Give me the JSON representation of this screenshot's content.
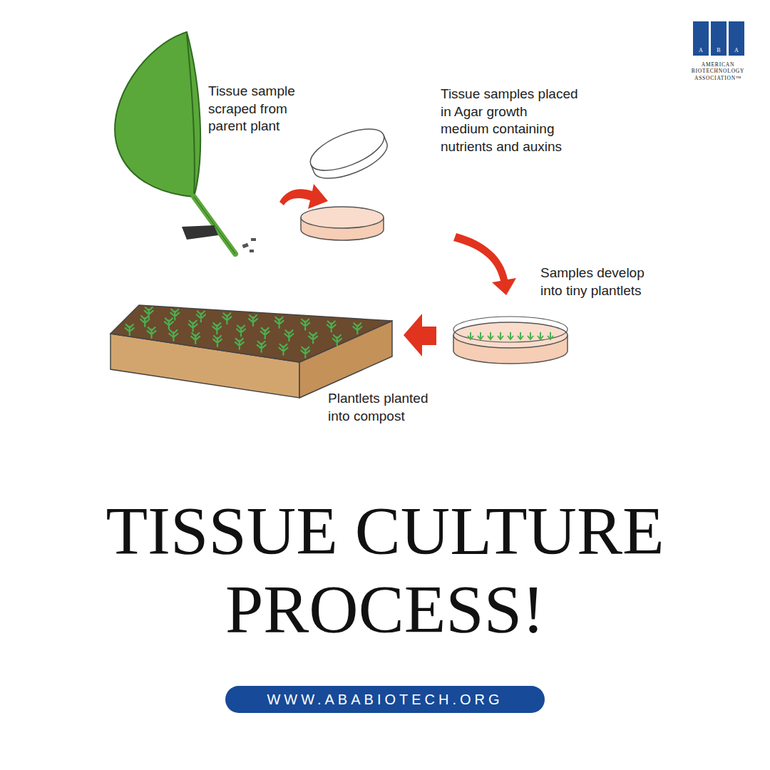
{
  "diagram": {
    "title": "TISSUE CULTURE PROCESS!",
    "nodes": [
      {
        "text": [
          "A"
        ]
      },
      {
        "text": [
          "B"
        ]
      },
      {
        "text": [
          "A"
        ]
      },
      {
        "text": [
          "WWW.ABABIOTECH.ORG"
        ]
      }
    ],
    "labels": [
      "AMERICAN BIOTECHNOLOGY ASSOCIATION™",
      "Tissue sample scraped from parent plant",
      "Tissue samples placed in Agar growth medium containing nutrients and auxins",
      "Samples develop into tiny plantlets",
      "Plantlets planted into compost"
    ]
  }
}
